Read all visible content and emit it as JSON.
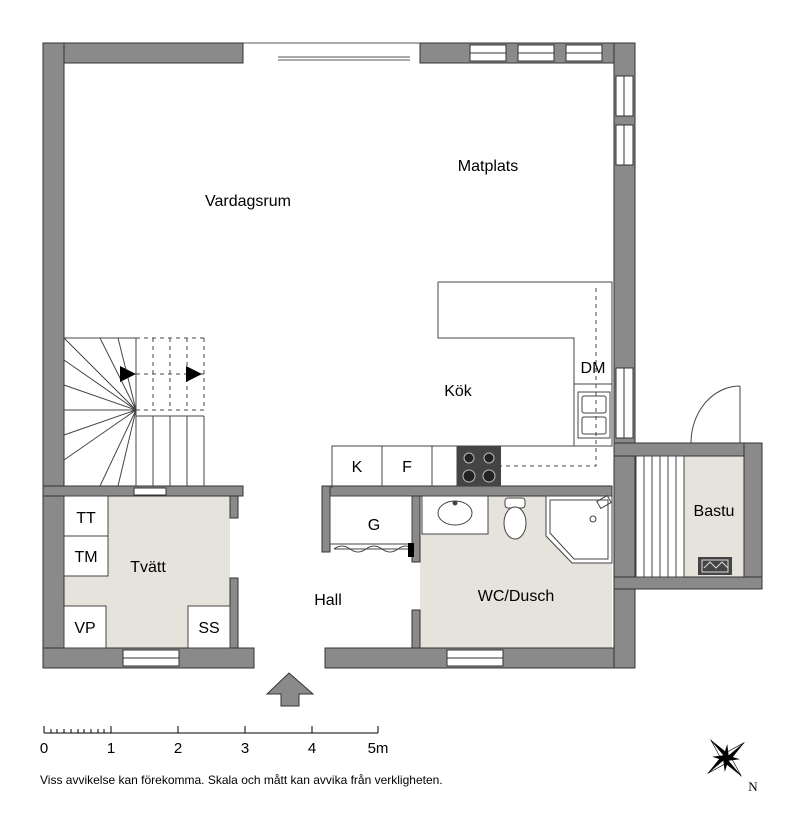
{
  "rooms": {
    "vardagsrum": "Vardagsrum",
    "matplats": "Matplats",
    "kok": "Kök",
    "tvatt": "Tvätt",
    "hall": "Hall",
    "wc_dusch": "WC/Dusch",
    "bastu": "Bastu"
  },
  "fixtures": {
    "dm": "DM",
    "k": "K",
    "f": "F",
    "g": "G",
    "tt": "TT",
    "tm": "TM",
    "vp": "VP",
    "ss": "SS"
  },
  "scale": {
    "ticks": [
      "0",
      "1",
      "2",
      "3",
      "4",
      "5m"
    ]
  },
  "compass": {
    "north": "N"
  },
  "disclaimer": "Viss avvikelse kan förekomma. Skala och mått kan avvika från verkligheten.",
  "colors": {
    "wall": "#8a8a8a",
    "wall_outline": "#333333",
    "wet_floor": "#e6e3dc",
    "furniture": "#ffffff"
  }
}
